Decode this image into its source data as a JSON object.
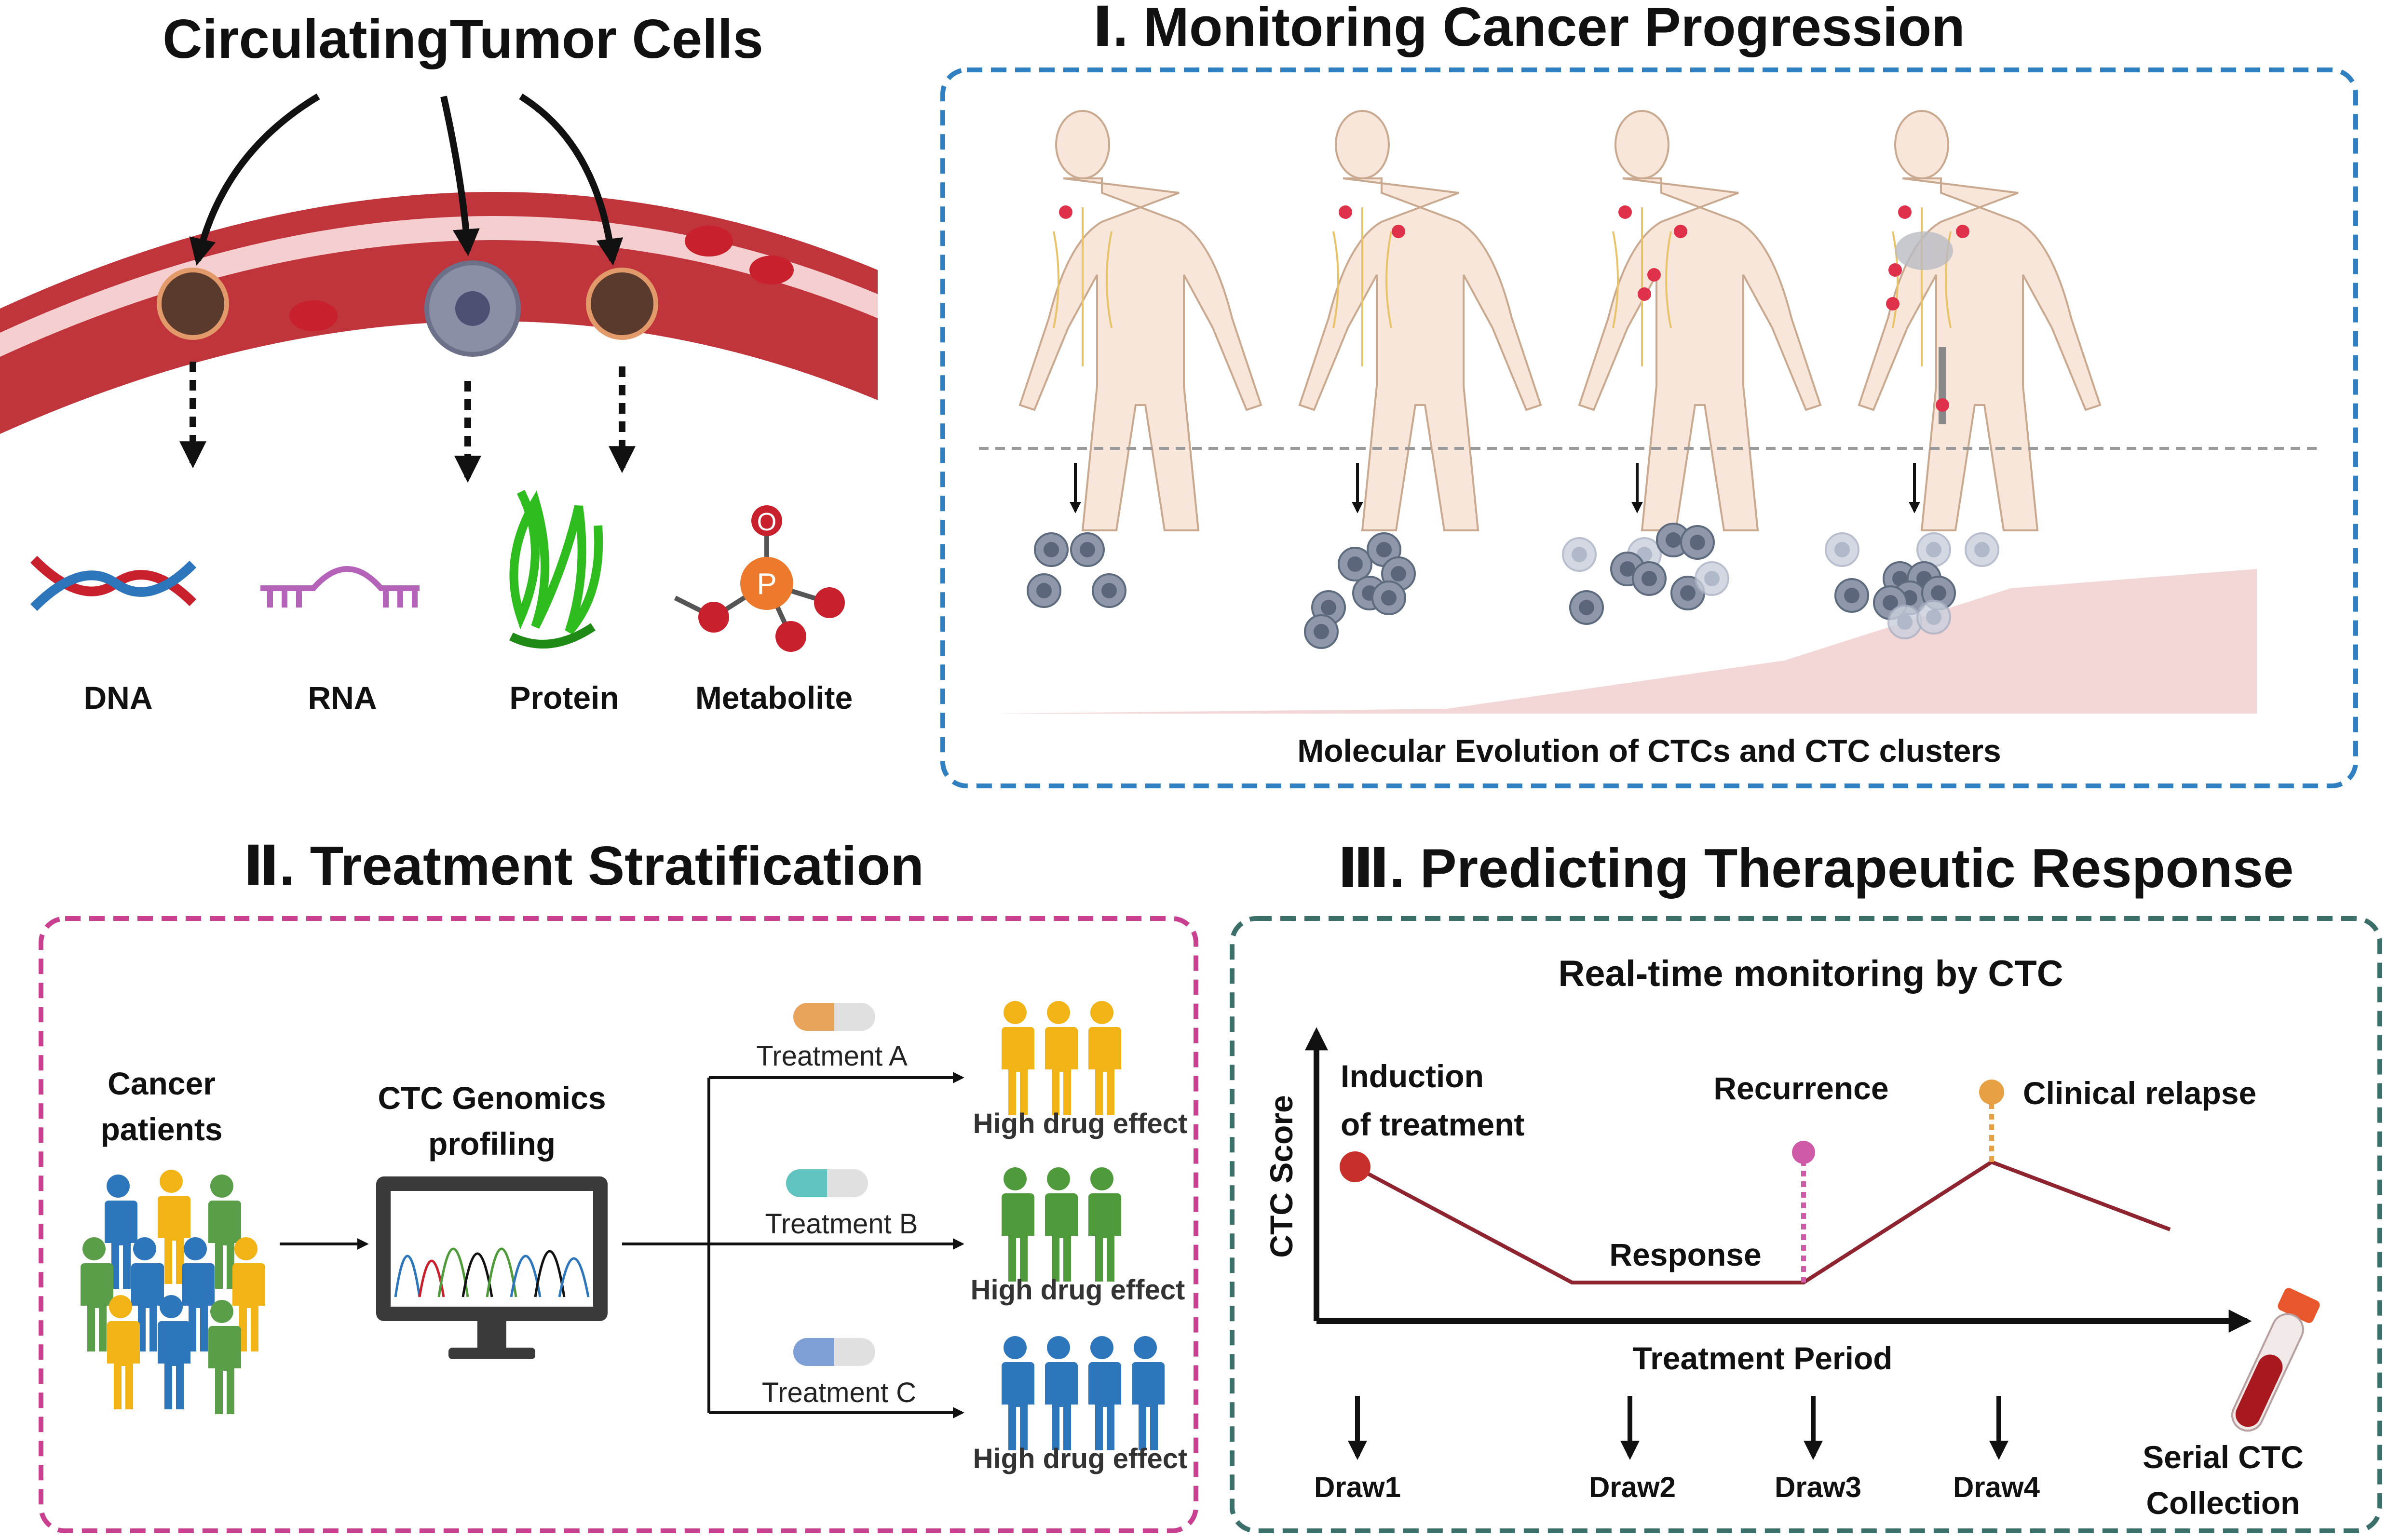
{
  "top_left": {
    "title": "CirculatingTumor Cells",
    "molecules": [
      {
        "label": "DNA"
      },
      {
        "label": "RNA"
      },
      {
        "label": "Protein"
      },
      {
        "label": "Metabolite"
      }
    ],
    "phosphate_atom": "P",
    "oxygen_atom": "O"
  },
  "panel1": {
    "title": "Ⅰ. Monitoring Cancer Progression",
    "caption": "Molecular Evolution of CTCs and CTC clusters"
  },
  "panel2": {
    "title": "Ⅱ. Treatment Stratification",
    "patients_label_1": "Cancer",
    "patients_label_2": "patients",
    "profiling_label_1": "CTC Genomics",
    "profiling_label_2": "profiling",
    "treatments": [
      {
        "name": "Treatment A",
        "effect": "High drug effect",
        "color": "#f2b316",
        "pill": "#e8a45b"
      },
      {
        "name": "Treatment B",
        "effect": "High drug effect",
        "color": "#4f9a3a",
        "pill": "#5fc4c0"
      },
      {
        "name": "Treatment C",
        "effect": "High drug effect",
        "color": "#2d76bb",
        "pill": "#7d9fd6"
      }
    ]
  },
  "panel3": {
    "title": "Ⅲ. Predicting Therapeutic Response",
    "chart_title": "Real-time monitoring by CTC",
    "ylabel": "CTC Score",
    "xlabel": "Treatment Period",
    "annotations": {
      "induction_1": "Induction",
      "induction_2": "of treatment",
      "response": "Response",
      "recurrence": "Recurrence",
      "relapse": "Clinical relapse"
    },
    "draws": [
      "Draw1",
      "Draw2",
      "Draw3",
      "Draw4"
    ],
    "collection_1": "Serial CTC",
    "collection_2": "Collection"
  },
  "colors": {
    "panel1_border": "#2f7fc1",
    "panel2_border": "#c8408f",
    "panel3_border": "#3a6f6a",
    "vessel": "#c0343c",
    "score_line": "#8e2430",
    "induction_dot": "#c72f2a",
    "recurrence_dot": "#cf5aa8",
    "relapse_dot": "#e8a045"
  }
}
